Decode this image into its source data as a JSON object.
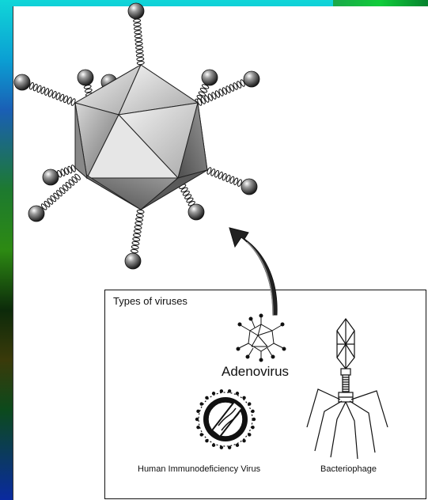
{
  "diagram": {
    "box_title": "Types of viruses",
    "labels": {
      "adenovirus": "Adenovirus",
      "hiv": "Human Immunodeficiency Virus",
      "bacteriophage": "Bacteriophage"
    }
  },
  "colors": {
    "background_border": "#000000",
    "panel": "#ffffff",
    "capsid_light": "#eeeeee",
    "capsid_dark": "#6a6a6a",
    "line": "#111111"
  }
}
